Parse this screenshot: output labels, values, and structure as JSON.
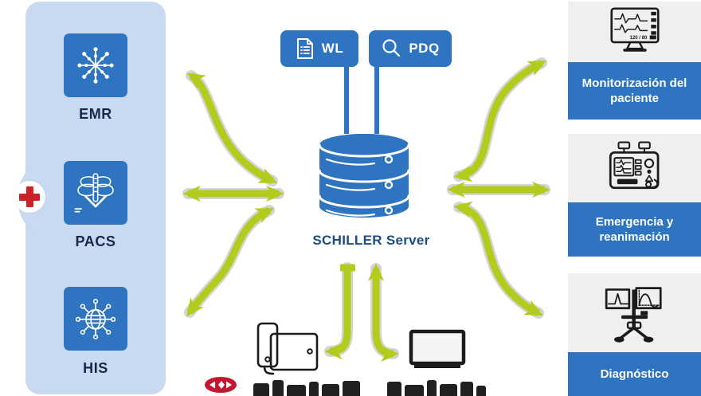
{
  "colors": {
    "accent_blue": "#2e74c1",
    "panel_blue": "#c9d9f1",
    "arrow_green": "#b2cb1c",
    "label_navy": "#17294a",
    "server_navy": "#1d4d80",
    "card_icon_gray": "#efefef",
    "cross_red": "#cb2229",
    "logo_red": "#c5162f"
  },
  "left_panel": {
    "items": [
      {
        "label": "EMR",
        "icon": "network-hub-icon"
      },
      {
        "label": "PACS",
        "icon": "ribcage-download-icon"
      },
      {
        "label": "HIS",
        "icon": "globe-network-icon"
      }
    ]
  },
  "center": {
    "wl": {
      "label": "WL",
      "icon": "worklist-document-icon"
    },
    "pdq": {
      "label": "PDQ",
      "icon": "magnifier-icon"
    },
    "server_label": "SCHILLER Server",
    "database_icon": "database-icon"
  },
  "right_cards": [
    {
      "label": "Monitorización del paciente",
      "icon": "patient-monitor-icon",
      "reading": "120 / 80"
    },
    {
      "label": "Emergencia y reanimación",
      "icon": "defibrillator-icon"
    },
    {
      "label": "Diagnóstico",
      "icon": "diagnostic-workstation-icon"
    }
  ],
  "footer": {
    "logo": "schiller-logo-icon"
  }
}
